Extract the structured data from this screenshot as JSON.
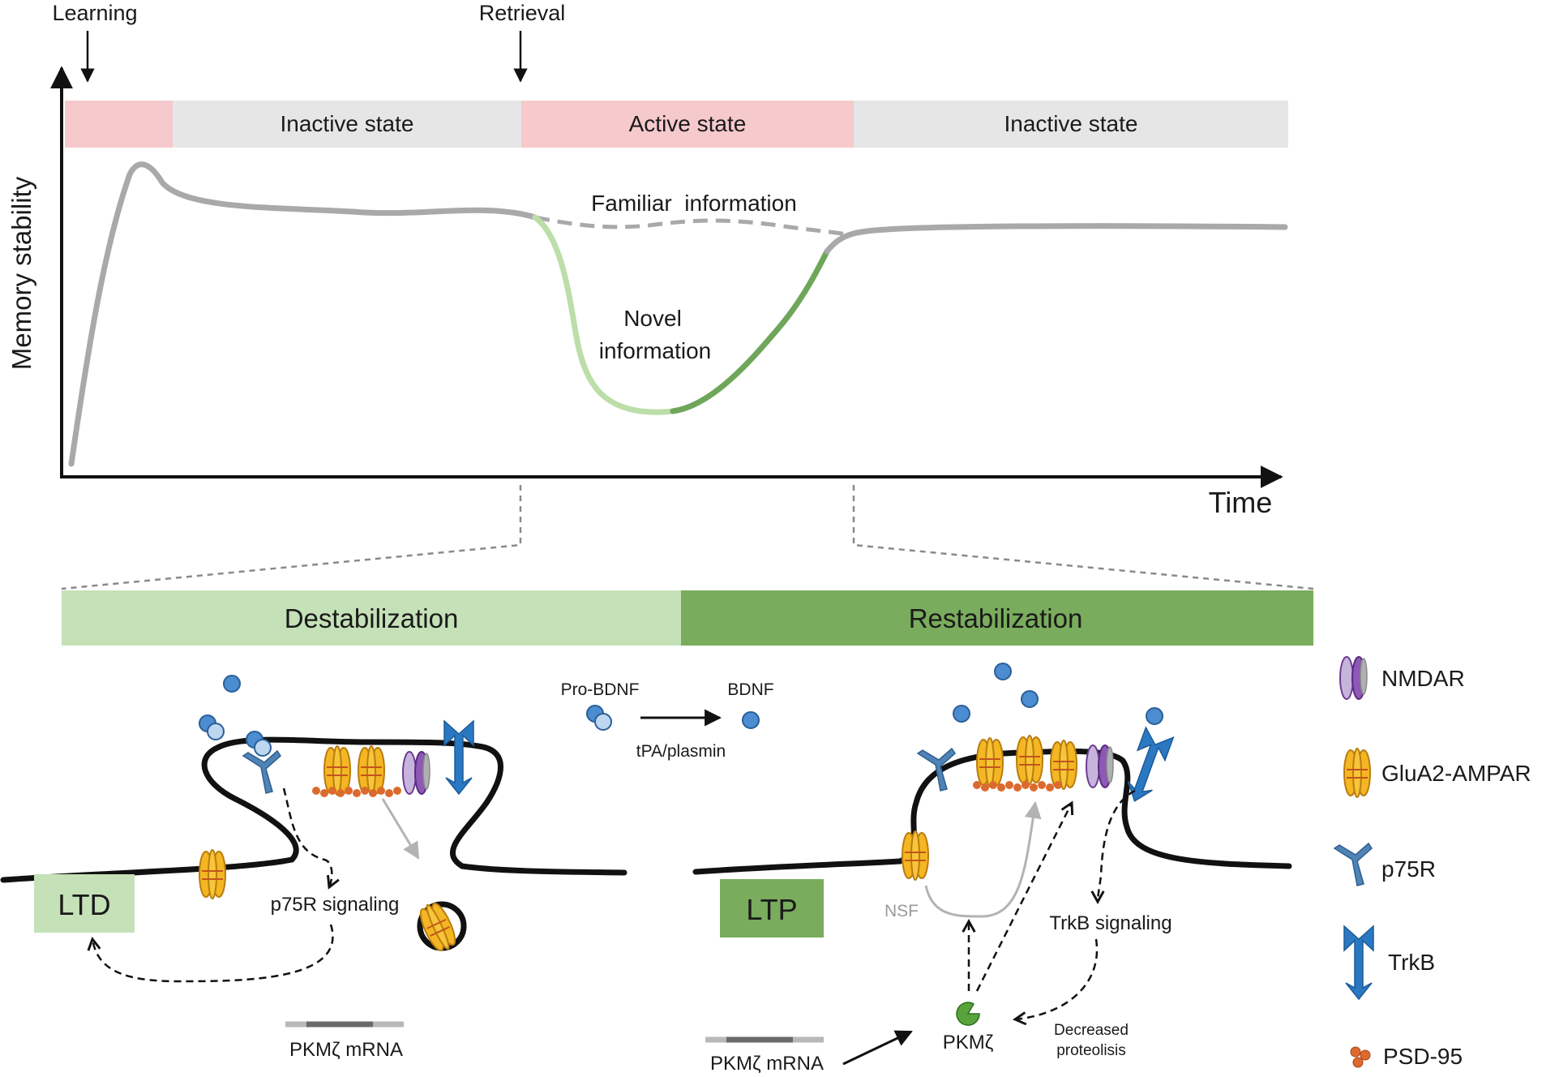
{
  "timeline": {
    "markers": {
      "learning": "Learning",
      "retrieval": "Retrieval"
    },
    "states": {
      "inactive_1": "Inactive state",
      "active": "Active state",
      "inactive_2": "Inactive state"
    },
    "y_axis_label": "Memory stability",
    "x_axis_label": "Time",
    "curve_labels": {
      "familiar": "Familiar  information",
      "novel_line1": "Novel",
      "novel_line2": "information"
    },
    "colors": {
      "active_state": "#f6c9cc",
      "inactive_state": "#e6e6e7",
      "main_curve": "#a9a9ab",
      "novel_early": "#bcdea9",
      "novel_late": "#6fa65a"
    }
  },
  "phases": {
    "destabilization": "Destabilization",
    "restabilization": "Restabilization",
    "colors": {
      "destabilization": "#c5e1b8",
      "restabilization": "#79ac5c"
    }
  },
  "ltd_panel": {
    "badge": "LTD",
    "p75r_signaling": "p75R signaling",
    "pkmz_mrna": "PKMζ mRNA"
  },
  "conversion": {
    "pro_bdnf": "Pro-BDNF",
    "bdnf": "BDNF",
    "enzyme": "tPA/plasmin"
  },
  "ltp_panel": {
    "badge": "LTP",
    "nsf": "NSF",
    "trkb_signaling": "TrkB signaling",
    "pkmz": "PKMζ",
    "pkmz_mrna": "PKMζ mRNA",
    "decreased_line1": "Decreased",
    "decreased_line2": "proteolisis"
  },
  "legend": [
    {
      "label": "NMDAR",
      "icon": "nmdar-icon"
    },
    {
      "label": "GluA2-AMPAR",
      "icon": "ampar-icon"
    },
    {
      "label": "p75R",
      "icon": "p75r-icon"
    },
    {
      "label": "TrkB",
      "icon": "trkb-icon"
    },
    {
      "label": "PSD-95",
      "icon": "psd95-icon"
    }
  ]
}
